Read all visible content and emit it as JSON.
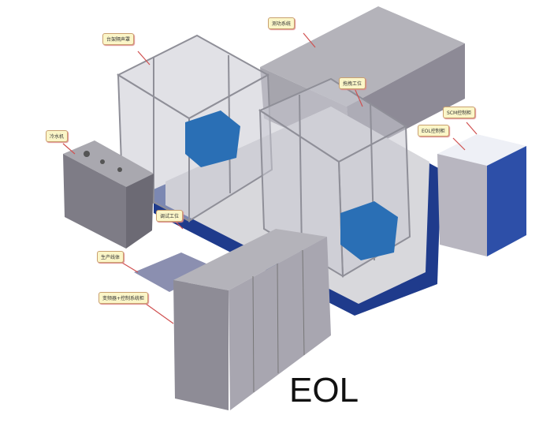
{
  "title": "EOL",
  "callouts": [
    {
      "label": "台架隔声罩"
    },
    {
      "label": "测功系统"
    },
    {
      "label": "拖拽工位"
    },
    {
      "label": "SCM控制柜"
    },
    {
      "label": "EOL控制柜"
    },
    {
      "label": "冷水机"
    },
    {
      "label": "调试工位"
    },
    {
      "label": "生产线体"
    },
    {
      "label": "变频器+控制系统柜"
    }
  ],
  "colors": {
    "frame": "#b8b8c0",
    "motor": "#2a6fb5",
    "base": "#1f3b8c",
    "cabinet": "#8a8890",
    "roof": "#a09fa6"
  }
}
